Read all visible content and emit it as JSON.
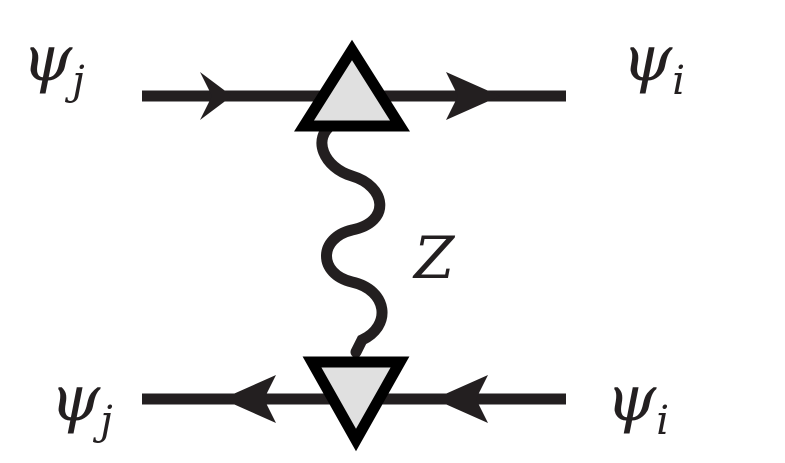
{
  "diagram": {
    "labels": {
      "top_left": {
        "symbol": "ψ",
        "subscript": "j"
      },
      "top_right": {
        "symbol": "ψ",
        "subscript": "i"
      },
      "bottom_left": {
        "symbol": "ψ",
        "subscript": "j"
      },
      "bottom_right": {
        "symbol": "ψ",
        "subscript": "i"
      },
      "boson": "Z"
    },
    "colors": {
      "line": "#231f20",
      "vertex_fill": "#e0e0e0",
      "background": "#ffffff"
    }
  }
}
